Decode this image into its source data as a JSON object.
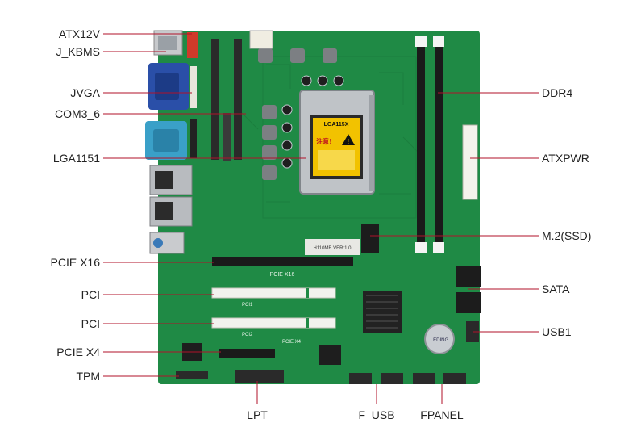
{
  "colors": {
    "pcb": "#1f8a45",
    "pcb_dark": "#146b33",
    "leader": "#b0122a",
    "slot_black": "#1a1a1a",
    "slot_white": "#f2f2ee",
    "vga_blue": "#2a4fa8",
    "com_blue": "#3aa0c8",
    "socket_metal": "#bfc3c7",
    "warning_yellow": "#f2c200",
    "atx_white": "#f5f3ec",
    "gold": "#d8b24a",
    "red_header": "#d03a2a"
  },
  "callouts": {
    "atx12v": "ATX12V",
    "j_kbms": "J_KBMS",
    "jvga": "JVGA",
    "com3_6": "COM3_6",
    "lga1151": "LGA1151",
    "pcie_x16": "PCIE X16",
    "pci_1": "PCI",
    "pci_2": "PCI",
    "pcie_x4": "PCIE X4",
    "tpm": "TPM",
    "ddr4": "DDR4",
    "atxpwr": "ATXPWR",
    "m2_ssd": "M.2(SSD)",
    "sata": "SATA",
    "usb1": "USB1",
    "lpt": "LPT",
    "f_usb": "F_USB",
    "fpanel": "FPANEL"
  },
  "board_text": {
    "socket_label": "LGA115X",
    "warning_title": "注意!",
    "pcie_silk": "PCIE X16",
    "pci_silk_1": "PCI1",
    "pci_silk_2": "PCI2",
    "pcie4_silk": "PCIE X4",
    "model_silk": "H110MB VER:1.0",
    "battery_silk": "LEDING"
  },
  "icons": [
    "warning-icon"
  ]
}
